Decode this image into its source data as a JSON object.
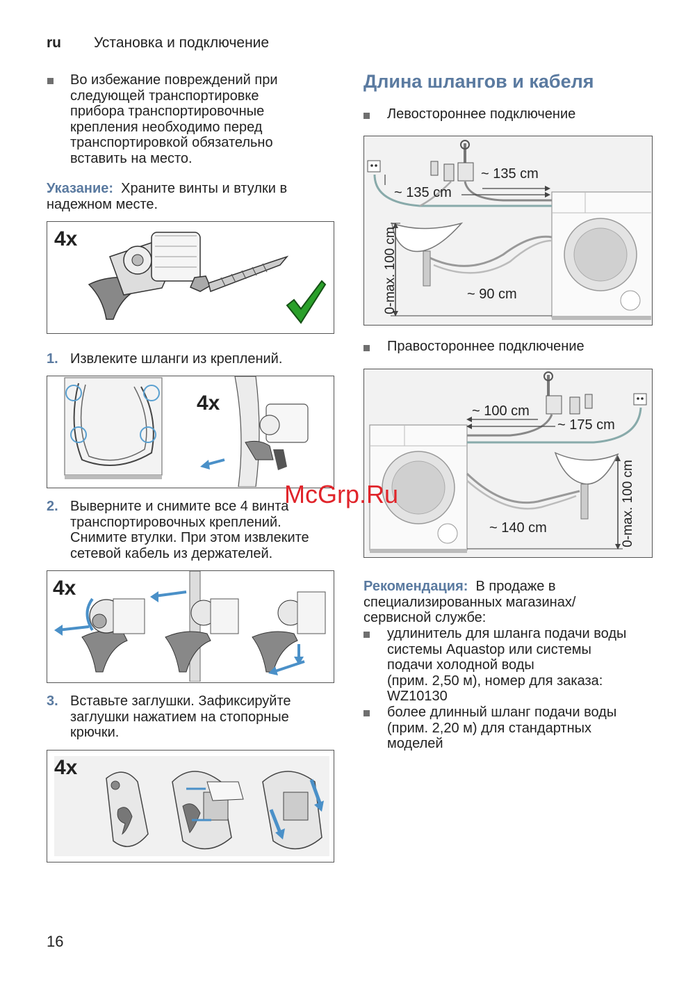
{
  "header": {
    "lang": "ru",
    "title": "Установка и подключение"
  },
  "left": {
    "bullet_text": [
      "Во избежание повреждений при",
      "следующей транспортировке",
      "прибора транспортировочные",
      "крепления необходимо перед",
      "транспортировкой обязательно",
      "вставить на место."
    ],
    "note_label": "Указание:",
    "note_line1": "Храните винты и втулки в",
    "note_line2": "надежном месте.",
    "fig1_count": "4x",
    "step1_num": "1.",
    "step1_text": "Извлеките шланги из креплений.",
    "fig2_count": "4x",
    "step2_num": "2.",
    "step2_text": [
      "Выверните и снимите все 4 винта",
      "транспортировочных креплений.",
      "Снимите втулки. При этом извлеките",
      "сетевой кабель из держателей."
    ],
    "fig3_count": "4x",
    "step3_num": "3.",
    "step3_text": [
      "Вставьте заглушки. Зафиксируйте",
      "заглушки нажатием на стопорные",
      "крючки."
    ],
    "fig4_count": "4x"
  },
  "right": {
    "section_title": "Длина шлангов и кабеля",
    "left_conn": "Левостороннее подключение",
    "d1_top": "~ 135 cm",
    "d1_left": "~ 135 cm",
    "d1_bottom": "~ 90 cm",
    "d1_height": "0-max. 100 cm",
    "right_conn": "Правостороннее подключение",
    "d2_top": "~ 100 cm",
    "d2_right": "~ 175 cm",
    "d2_bottom": "~ 140 cm",
    "d2_height": "0-max. 100 cm",
    "rec_label": "Рекомендация:",
    "rec_line1": "В продаже в",
    "rec_lines": [
      "специализированных магазинах/",
      "сервисной службе:"
    ],
    "item1": [
      "удлинитель для шланга подачи воды",
      "системы Aquastop или системы",
      "подачи холодной воды",
      "(прим. 2,50 м), номер для заказа:",
      "WZ10130"
    ],
    "item2": [
      "более длинный шланг подачи воды",
      "(прим. 2,20 м) для стандартных",
      "моделей"
    ]
  },
  "footer": {
    "page_number": "16"
  },
  "watermark": "McGrp.Ru",
  "colors": {
    "accent_blue": "#5a7aa0",
    "check_green": "#2aa02a",
    "watermark_red": "#e0242a"
  }
}
